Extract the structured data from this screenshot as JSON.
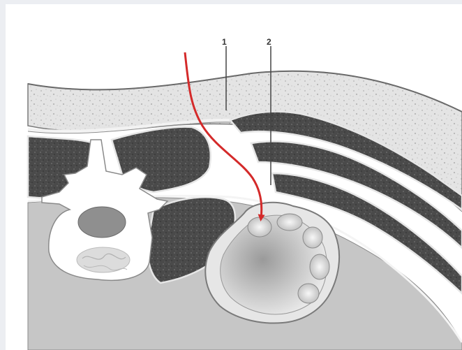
{
  "figure": {
    "labels": [
      {
        "id": "label-1",
        "text": "1"
      },
      {
        "id": "label-2",
        "text": "2"
      }
    ],
    "colors": {
      "skin": "#e3e3e3",
      "skin_outline": "#7a7a7a",
      "muscle": "#4d4d4d",
      "bone": "#ffffff",
      "cavity": "#c6c6c6",
      "kidney": "#dcdcdc",
      "arrow": "#d42a2a",
      "leader_line": "#444444"
    },
    "icons": {
      "arrow": "needle-path-arrow-icon"
    }
  }
}
